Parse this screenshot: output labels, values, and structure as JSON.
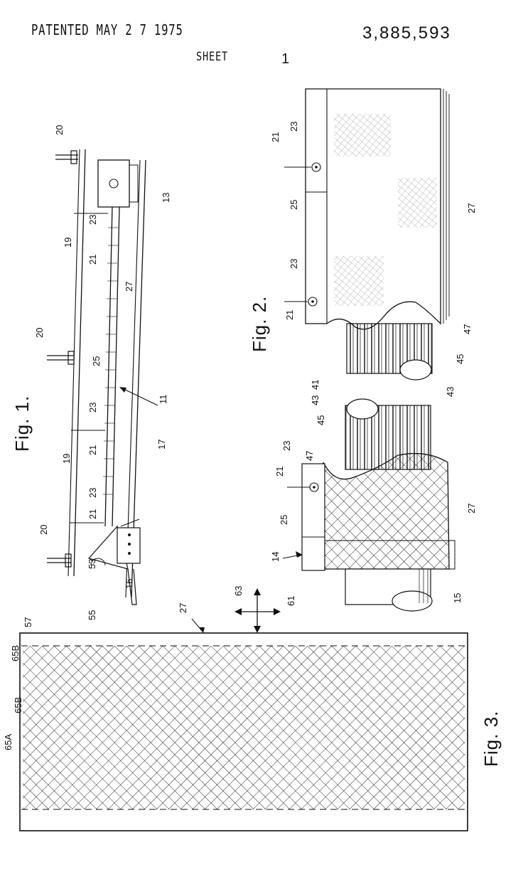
{
  "header": {
    "patented_stamp": "PATENTED MAY 2 7 1975",
    "patent_number": "3,885,593",
    "sheet_label": "SHEET",
    "sheet_number": "1"
  },
  "figures": {
    "fig1": {
      "caption": "Fig. 1.",
      "labels": [
        "20",
        "20",
        "20",
        "19",
        "19",
        "13",
        "23",
        "23",
        "23",
        "21",
        "21",
        "21",
        "27",
        "25",
        "11",
        "17",
        "53",
        "16"
      ]
    },
    "fig2": {
      "caption": "Fig. 2.",
      "labels": [
        "21",
        "23",
        "25",
        "23",
        "21",
        "27",
        "47",
        "45",
        "43",
        "43",
        "41",
        "45",
        "47",
        "23",
        "21",
        "25",
        "14",
        "27",
        "15"
      ]
    },
    "fig3": {
      "caption": "Fig. 3.",
      "labels": [
        "57",
        "55",
        "27",
        "63",
        "61",
        "65B",
        "65B",
        "65A"
      ]
    }
  },
  "colors": {
    "ink": "#111111",
    "paper": "#ffffff"
  }
}
